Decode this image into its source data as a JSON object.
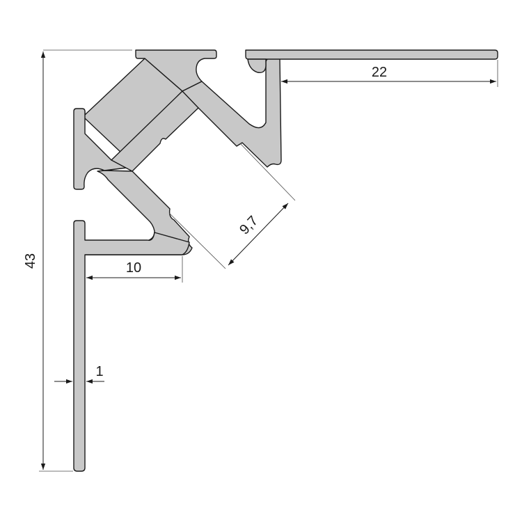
{
  "dimensions": {
    "height_total": "43",
    "top_flange": "22",
    "channel_width": "9,7",
    "lower_step": "10",
    "wall_thickness": "1"
  },
  "colors": {
    "profile_fill": "#c8c8c8",
    "outline": "#1a1a1a",
    "background": "#ffffff"
  }
}
